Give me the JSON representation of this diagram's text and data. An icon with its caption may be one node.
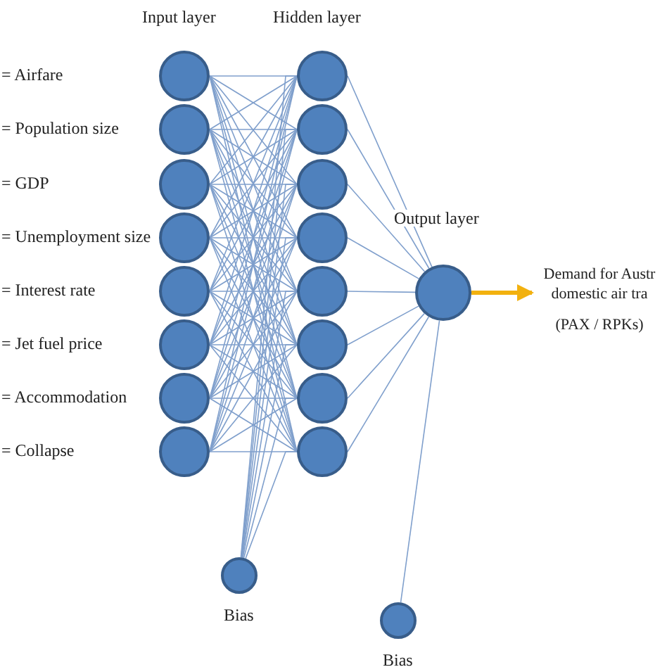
{
  "diagram": {
    "nodes": [
      {
        "text": [],
        "shape": "circle"
      },
      {
        "text": [],
        "shape": "circle"
      },
      {
        "text": [],
        "shape": "circle"
      },
      {
        "text": [],
        "shape": "circle"
      },
      {
        "text": [],
        "shape": "circle"
      },
      {
        "text": [],
        "shape": "circle"
      },
      {
        "text": [],
        "shape": "circle"
      },
      {
        "text": [],
        "shape": "circle"
      },
      {
        "text": [],
        "shape": "circle"
      },
      {
        "text": [],
        "shape": "circle"
      },
      {
        "text": [],
        "shape": "circle"
      },
      {
        "text": [],
        "shape": "circle"
      },
      {
        "text": [],
        "shape": "circle"
      },
      {
        "text": [],
        "shape": "circle"
      },
      {
        "text": [],
        "shape": "circle"
      },
      {
        "text": [],
        "shape": "circle"
      },
      {
        "text": [],
        "shape": "circle"
      },
      {
        "text": [],
        "shape": "circle",
        "beside": [
          "Bias"
        ]
      },
      {
        "text": [],
        "shape": "circle",
        "beside": [
          "Bias"
        ]
      },
      {
        "text": [
          "Demand for Austr domestic air tra",
          "(PAX / RPKs)"
        ]
      }
    ],
    "edges": [
      {
        "from": 0,
        "to": 8,
        "arrow": "none"
      },
      {
        "from": 0,
        "to": 9,
        "arrow": "none"
      },
      {
        "from": 0,
        "to": 10,
        "arrow": "none"
      },
      {
        "from": 0,
        "to": 11,
        "arrow": "none"
      },
      {
        "from": 0,
        "to": 12,
        "arrow": "none"
      },
      {
        "from": 0,
        "to": 13,
        "arrow": "none"
      },
      {
        "from": 0,
        "to": 14,
        "arrow": "none"
      },
      {
        "from": 0,
        "to": 15,
        "arrow": "none"
      },
      {
        "from": 1,
        "to": 8,
        "arrow": "none"
      },
      {
        "from": 1,
        "to": 9,
        "arrow": "none"
      },
      {
        "from": 1,
        "to": 10,
        "arrow": "none"
      },
      {
        "from": 1,
        "to": 11,
        "arrow": "none"
      },
      {
        "from": 1,
        "to": 12,
        "arrow": "none"
      },
      {
        "from": 1,
        "to": 13,
        "arrow": "none"
      },
      {
        "from": 1,
        "to": 14,
        "arrow": "none"
      },
      {
        "from": 1,
        "to": 15,
        "arrow": "none"
      },
      {
        "from": 2,
        "to": 8,
        "arrow": "none"
      },
      {
        "from": 2,
        "to": 9,
        "arrow": "none"
      },
      {
        "from": 2,
        "to": 10,
        "arrow": "none"
      },
      {
        "from": 2,
        "to": 11,
        "arrow": "none"
      },
      {
        "from": 2,
        "to": 12,
        "arrow": "none"
      },
      {
        "from": 2,
        "to": 13,
        "arrow": "none"
      },
      {
        "from": 2,
        "to": 14,
        "arrow": "none"
      },
      {
        "from": 2,
        "to": 15,
        "arrow": "none"
      },
      {
        "from": 3,
        "to": 8,
        "arrow": "none"
      },
      {
        "from": 3,
        "to": 9,
        "arrow": "none"
      },
      {
        "from": 3,
        "to": 10,
        "arrow": "none"
      },
      {
        "from": 3,
        "to": 11,
        "arrow": "none"
      },
      {
        "from": 3,
        "to": 12,
        "arrow": "none"
      },
      {
        "from": 3,
        "to": 13,
        "arrow": "none"
      },
      {
        "from": 3,
        "to": 14,
        "arrow": "none"
      },
      {
        "from": 3,
        "to": 15,
        "arrow": "none"
      },
      {
        "from": 4,
        "to": 8,
        "arrow": "none"
      },
      {
        "from": 4,
        "to": 9,
        "arrow": "none"
      },
      {
        "from": 4,
        "to": 10,
        "arrow": "none"
      },
      {
        "from": 4,
        "to": 11,
        "arrow": "none"
      },
      {
        "from": 4,
        "to": 12,
        "arrow": "none"
      },
      {
        "from": 4,
        "to": 13,
        "arrow": "none"
      },
      {
        "from": 4,
        "to": 14,
        "arrow": "none"
      },
      {
        "from": 4,
        "to": 15,
        "arrow": "none"
      },
      {
        "from": 5,
        "to": 8,
        "arrow": "none"
      },
      {
        "from": 5,
        "to": 9,
        "arrow": "none"
      },
      {
        "from": 5,
        "to": 10,
        "arrow": "none"
      },
      {
        "from": 5,
        "to": 11,
        "arrow": "none"
      },
      {
        "from": 5,
        "to": 12,
        "arrow": "none"
      },
      {
        "from": 5,
        "to": 13,
        "arrow": "none"
      },
      {
        "from": 5,
        "to": 14,
        "arrow": "none"
      },
      {
        "from": 5,
        "to": 15,
        "arrow": "none"
      },
      {
        "from": 6,
        "to": 8,
        "arrow": "none"
      },
      {
        "from": 6,
        "to": 9,
        "arrow": "none"
      },
      {
        "from": 6,
        "to": 10,
        "arrow": "none"
      },
      {
        "from": 6,
        "to": 11,
        "arrow": "none"
      },
      {
        "from": 6,
        "to": 12,
        "arrow": "none"
      },
      {
        "from": 6,
        "to": 13,
        "arrow": "none"
      },
      {
        "from": 6,
        "to": 14,
        "arrow": "none"
      },
      {
        "from": 6,
        "to": 15,
        "arrow": "none"
      },
      {
        "from": 7,
        "to": 8,
        "arrow": "none"
      },
      {
        "from": 7,
        "to": 9,
        "arrow": "none"
      },
      {
        "from": 7,
        "to": 10,
        "arrow": "none"
      },
      {
        "from": 7,
        "to": 11,
        "arrow": "none"
      },
      {
        "from": 7,
        "to": 12,
        "arrow": "none"
      },
      {
        "from": 7,
        "to": 13,
        "arrow": "none"
      },
      {
        "from": 7,
        "to": 14,
        "arrow": "none"
      },
      {
        "from": 7,
        "to": 15,
        "arrow": "none"
      },
      {
        "from": 17,
        "to": 8,
        "arrow": "none"
      },
      {
        "from": 17,
        "to": 9,
        "arrow": "none"
      },
      {
        "from": 17,
        "to": 10,
        "arrow": "none"
      },
      {
        "from": 17,
        "to": 11,
        "arrow": "none"
      },
      {
        "from": 17,
        "to": 12,
        "arrow": "none"
      },
      {
        "from": 17,
        "to": 13,
        "arrow": "none"
      },
      {
        "from": 17,
        "to": 14,
        "arrow": "none"
      },
      {
        "from": 17,
        "to": 15,
        "arrow": "none"
      },
      {
        "from": 8,
        "to": 16,
        "arrow": "none"
      },
      {
        "from": 9,
        "to": 16,
        "arrow": "none"
      },
      {
        "from": 10,
        "to": 16,
        "arrow": "none"
      },
      {
        "from": 11,
        "to": 16,
        "arrow": "none"
      },
      {
        "from": 12,
        "to": 16,
        "arrow": "none"
      },
      {
        "from": 13,
        "to": 16,
        "arrow": "none"
      },
      {
        "from": 14,
        "to": 16,
        "arrow": "none"
      },
      {
        "from": 15,
        "to": 16,
        "arrow": "none"
      },
      {
        "from": 18,
        "to": 16,
        "arrow": "none"
      },
      {
        "from": 16,
        "to": 19,
        "arrow": "to",
        "style": "thick",
        "color": "#f2b10f"
      }
    ],
    "labels": [
      "Input layer",
      "Hidden layer",
      "= Airfare",
      "= Population size",
      "= GDP",
      "= Unemployment size",
      "Output layer",
      "= Interest rate",
      "= Jet fuel price",
      "= Accommodation",
      "= Collapse"
    ]
  }
}
